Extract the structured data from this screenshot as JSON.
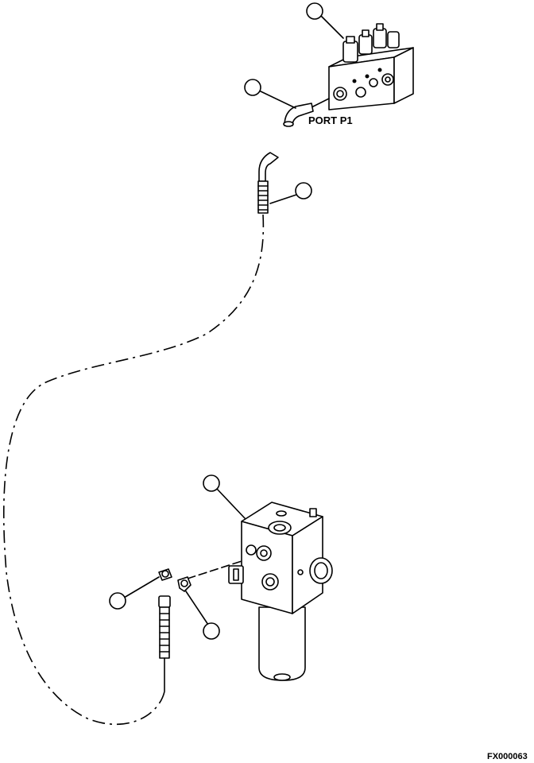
{
  "labels": {
    "port": "PORT P1",
    "figure_code": "FX000063"
  },
  "callouts": [
    {
      "id": "valve-manifold",
      "text": ""
    },
    {
      "id": "elbow-fitting",
      "text": ""
    },
    {
      "id": "hose",
      "text": ""
    },
    {
      "id": "filter-assembly",
      "text": ""
    },
    {
      "id": "adapter-fitting",
      "text": ""
    },
    {
      "id": "elbow-adapter",
      "text": ""
    }
  ],
  "colors": {
    "line": "#000000",
    "background": "#ffffff"
  }
}
